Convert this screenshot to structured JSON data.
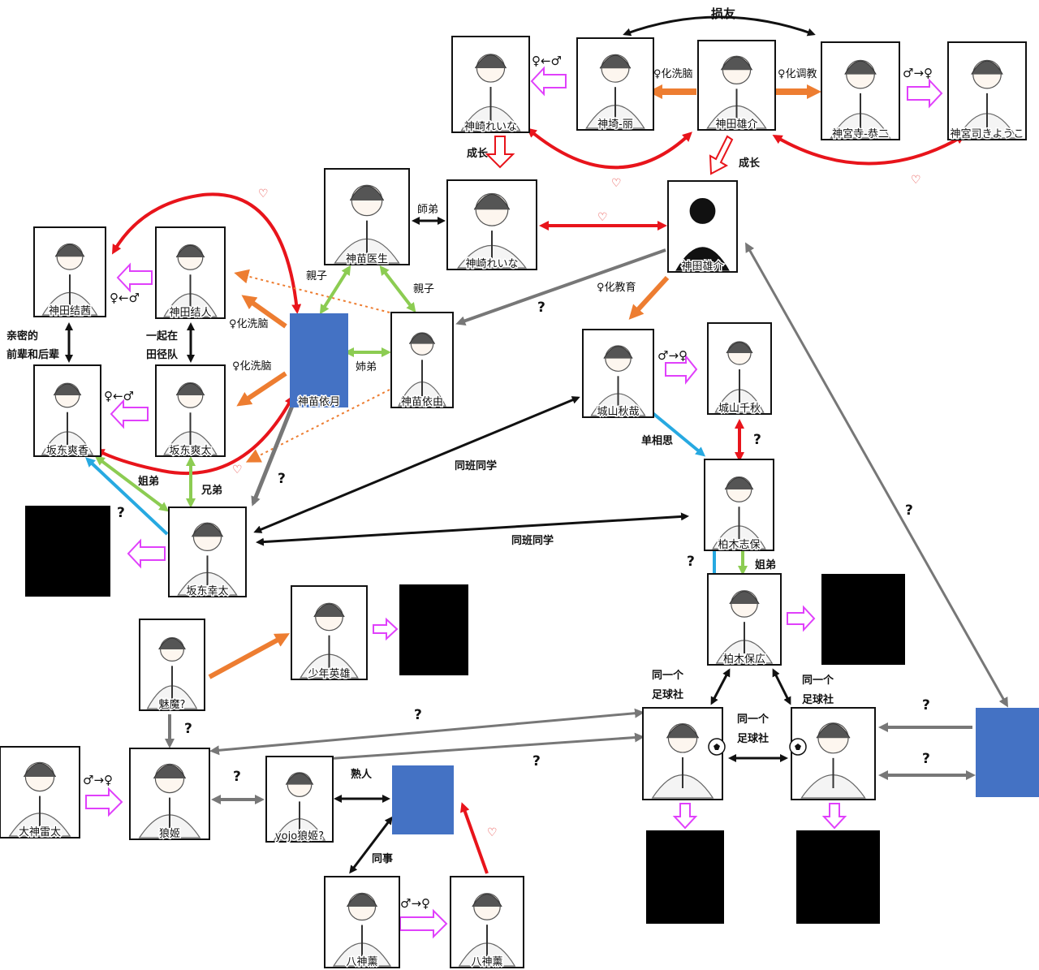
{
  "colors": {
    "black": "#111111",
    "red": "#e8141b",
    "orange": "#ed7d31",
    "green": "#8ccc52",
    "gray": "#777777",
    "blue": "#27a9e1",
    "pink": "#e040fb",
    "rect_blue": "#4472c4"
  },
  "nodes": {
    "kanzaki_reina_top": {
      "name": "神崎れいな",
      "portrait": "girl-portrait"
    },
    "kanzaki_rei": {
      "name": "神埼-丽",
      "portrait": "boy-portrait"
    },
    "kanda_yusuke_top": {
      "name": "神田雄介",
      "portrait": "face-hidden-portrait"
    },
    "jinguji_kyouji": {
      "name": "神宮寺-恭二",
      "portrait": "man-smoking-portrait"
    },
    "jinguji_kiyouko": {
      "name": "神宮司きようこ",
      "portrait": "girl-portrait"
    },
    "kanae_doctor": {
      "name": "神苗医生",
      "portrait": "doctor-portrait"
    },
    "kanzaki_reina_nurse": {
      "name": "神崎れいな",
      "portrait": "nurse-portrait"
    },
    "kanda_yusuke_shadow": {
      "name": "神田雄介",
      "portrait": "silhouette-portrait"
    },
    "kanda_yuuka": {
      "name": "神田结茜",
      "portrait": "girl-portrait"
    },
    "kanda_yuuto": {
      "name": "神田结人",
      "portrait": "boy-portrait"
    },
    "kanae_yorizuki": {
      "name": "神苗依月",
      "portrait": "blue-box"
    },
    "kanae_yori": {
      "name": "神苗依由",
      "portrait": "woman-portrait"
    },
    "sakato_sayaka": {
      "name": "坂东爽香",
      "portrait": "girl-portrait"
    },
    "sakato_souta": {
      "name": "坂东爽太",
      "portrait": "boy-portrait"
    },
    "sakato_kouta": {
      "name": "坂东幸太",
      "portrait": "boy-portrait"
    },
    "shiroyama_akiya": {
      "name": "城山秋哉",
      "portrait": "boy-portrait"
    },
    "shiroyama_chiaki": {
      "name": "城山千秋",
      "portrait": "girl-portrait"
    },
    "kashiwagi_shiho": {
      "name": "柏木志保",
      "portrait": "girl-portrait"
    },
    "kashiwagi_yasuhiro": {
      "name": "柏木保広",
      "portrait": "boy-portrait"
    },
    "succubus": {
      "name": "魅魔?",
      "portrait": "succubus-portrait"
    },
    "shounen_eiyuu": {
      "name": "少年英雄",
      "portrait": "boy-portrait"
    },
    "ogami_raita": {
      "name": "大神雷太",
      "portrait": "man-glasses-portrait"
    },
    "rouki": {
      "name": "狼姬",
      "portrait": "wolf-girl-portrait"
    },
    "yojo_rouki": {
      "name": "yojo狼姬?",
      "portrait": "wolf-girl-portrait"
    },
    "yagami_kaoru_m": {
      "name": "八神薰",
      "portrait": "office-man-portrait"
    },
    "yagami_kaoru_f": {
      "name": "八神薰",
      "portrait": "office-woman-portrait"
    },
    "soccer_boy1": {
      "name": "",
      "portrait": "soccer-boy-portrait"
    },
    "soccer_boy2": {
      "name": "",
      "portrait": "soccer-boy-portrait"
    }
  },
  "labels": {
    "sonyou": "损友",
    "fem_brainwash": "♀化洗脑",
    "fem_training": "♀化调教",
    "fem_from_male": "♀←♂",
    "male_to_fem": "♂→♀",
    "growth": "成长",
    "shitei": "師弟",
    "oyako": "親子",
    "fem_education": "♀化教育",
    "intimate_1": "亲密的",
    "intimate_2": "前辈和后辈",
    "together_1": "一起在",
    "together_2": "田径队",
    "anetou": "姉弟",
    "kyoudai": "兄弟",
    "sister_brother": "姐弟",
    "classmates": "同班同学",
    "one_sided": "单相思",
    "club_1": "同一个",
    "club_2": "足球社",
    "acquaint": "熟人",
    "colleague": "同事",
    "question": "?",
    "heart": "♡"
  }
}
